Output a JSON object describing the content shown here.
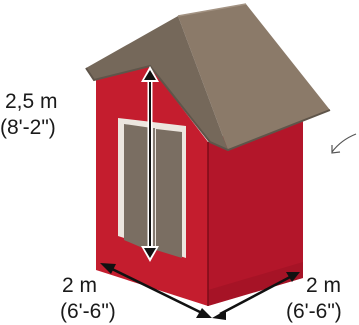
{
  "colors": {
    "wall_front": "#c41d2e",
    "wall_side": "#b3162a",
    "wall_shade": "#8f0f1f",
    "roof_top": "#8b7a69",
    "roof_side": "#75685a",
    "roof_edge": "#5f554a",
    "door": "#7a6e62",
    "door_frame": "#ece6df",
    "arrow": "#111111",
    "arrow_light": "#ffffff",
    "hint_arrow": "#555555"
  },
  "dimensions": {
    "height_metric": "2,5 m",
    "height_imperial": "(8'-2\")",
    "width_metric": "2 m",
    "width_imperial": "(6'-6\")",
    "depth_metric": "2 m",
    "depth_imperial": "(6'-6\")"
  },
  "icons": {
    "height_arrow": "double-arrow-vertical",
    "width_arrow": "double-arrow-diagonal",
    "depth_arrow": "double-arrow-diagonal",
    "hint_arrow": "thin-arrow-pointer"
  }
}
